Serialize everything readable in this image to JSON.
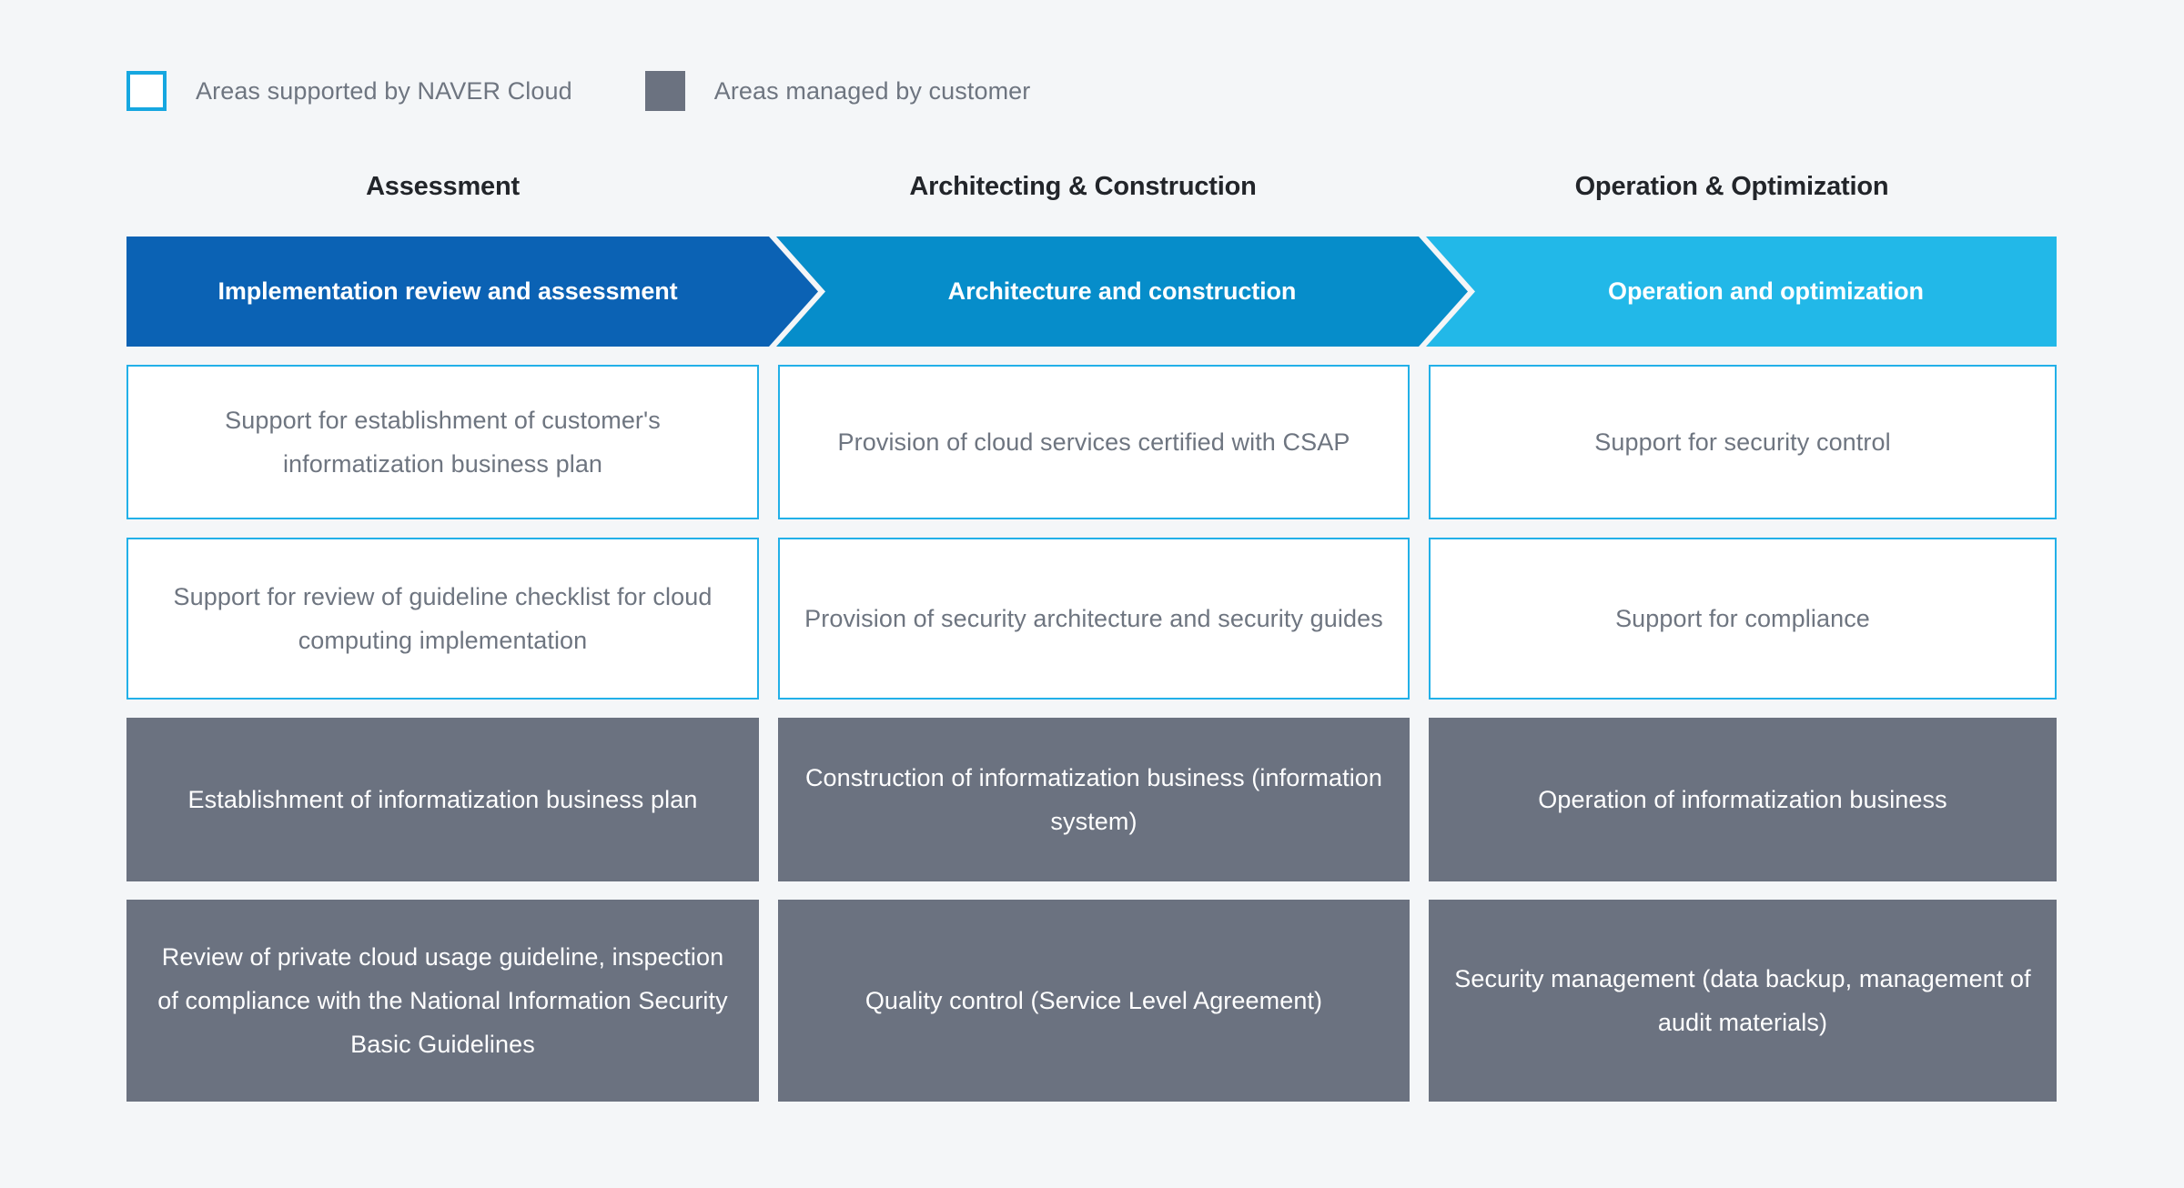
{
  "legend": {
    "items": [
      {
        "label": "Areas supported by NAVER Cloud",
        "swatch": "outline-cyan-square-icon",
        "color": "#16a7e0"
      },
      {
        "label": "Areas managed by customer",
        "swatch": "solid-gray-square-icon",
        "color": "#6b7280"
      }
    ]
  },
  "columns": [
    {
      "header": "Assessment",
      "phase": "Implementation review and assessment",
      "phase_color": "#0b62b4"
    },
    {
      "header": "Architecting & Construction",
      "phase": "Architecture and construction",
      "phase_color": "#068dca"
    },
    {
      "header": "Operation & Optimization",
      "phase": "Operation and optimization",
      "phase_color": "#22b8e8"
    }
  ],
  "rows": [
    {
      "type": "supported",
      "cells": [
        "Support for establishment of customer's informatization business plan",
        "Provision of cloud services certified with CSAP",
        "Support for security control"
      ]
    },
    {
      "type": "supported",
      "cells": [
        "Support for review of guideline checklist for cloud computing implementation",
        "Provision of security architecture and security guides",
        "Support for compliance"
      ]
    },
    {
      "type": "managed",
      "cells": [
        "Establishment of informatization business plan",
        "Construction of informatization business (information system)",
        "Operation of informatization business"
      ]
    },
    {
      "type": "managed",
      "cells": [
        "Review of private cloud usage guideline, inspection of compliance with the National Information Security Basic Guidelines",
        "Quality control (Service Level Agreement)",
        "Security management (data backup, management of audit materials)"
      ]
    }
  ],
  "colors": {
    "background": "#f4f6f8",
    "supported_border": "#22b0e8",
    "supported_text": "#6e7580",
    "managed_fill": "#6b7280",
    "managed_text": "#ffffff",
    "header_text": "#22252a"
  }
}
